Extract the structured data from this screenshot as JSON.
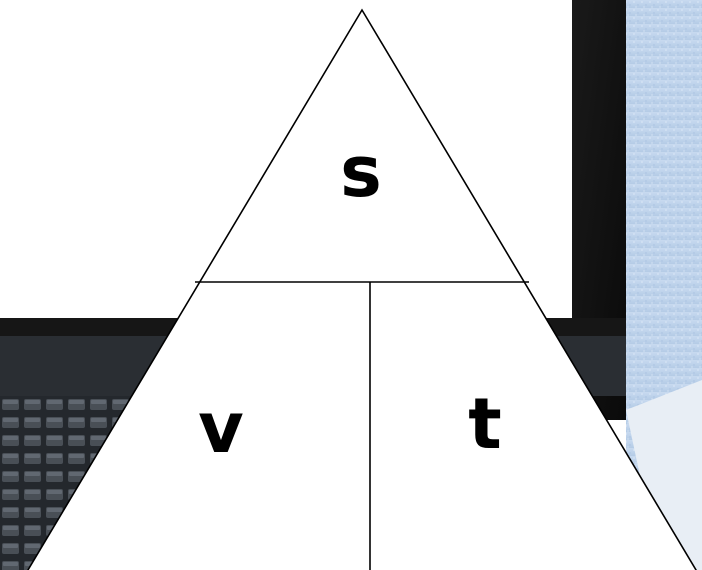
{
  "formula_triangle": {
    "top_label": "s",
    "bottom_left_label": "v",
    "bottom_right_label": "t"
  }
}
